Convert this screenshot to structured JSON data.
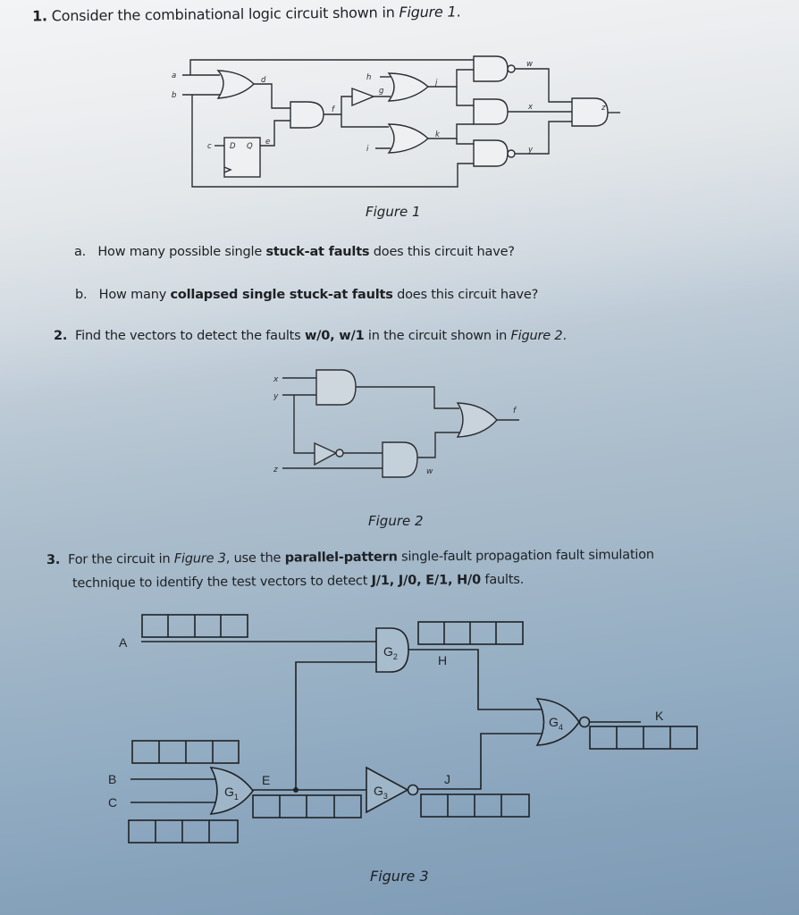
{
  "q1": {
    "number": "1.",
    "text_pre": "Consider the combinational logic circuit shown in ",
    "text_ref": "Figure 1",
    "text_post": ".",
    "a": {
      "label": "a.",
      "pre": "How many possible single ",
      "bold": "stuck-at faults",
      "post": " does this circuit have?"
    },
    "b": {
      "label": "b.",
      "pre": "How many ",
      "bold": "collapsed single stuck-at faults",
      "post": " does this circuit have?"
    }
  },
  "q2": {
    "number": "2.",
    "pre": "Find the vectors to detect the faults ",
    "bold": "w/0, w/1",
    "mid": " in the circuit shown in ",
    "ref": "Figure 2",
    "post": "."
  },
  "q3": {
    "number": "3.",
    "line1_pre": "For the circuit in ",
    "line1_ref": "Figure 3",
    "line1_mid": ", use the ",
    "line1_bold": "parallel-pattern",
    "line1_post": " single-fault propagation fault simulation",
    "line2_pre": "technique to identify the test vectors to detect ",
    "line2_bold": "J/1, J/0, E/1, H/0",
    "line2_post": " faults."
  },
  "figure1": {
    "caption": "Figure 1",
    "labels": {
      "a": "a",
      "b": "b",
      "c": "c",
      "d": "d",
      "e": "e",
      "f": "f",
      "g": "g",
      "h": "h",
      "i": "i",
      "j": "j",
      "k": "k",
      "w": "w",
      "x": "x",
      "y": "y",
      "z": "z",
      "ff_d": "D",
      "ff_q": "Q"
    },
    "gates": [
      "OR(a,b)=d",
      "DFF(c)=e",
      "AND(d,e)=f",
      "NOT(f)=g",
      "OR(h,g)=j",
      "OR(f,i)=k",
      "NAND(a,j)=w",
      "AND(j,k)=x",
      "NAND(k,b)=y",
      "AND(w,x,y)=z"
    ]
  },
  "figure2": {
    "caption": "Figure 2",
    "labels": {
      "x": "x",
      "y": "y",
      "z": "z",
      "w": "w",
      "f": "f"
    },
    "gates": [
      "AND(x,y)",
      "NOT(y)",
      "AND(NOT y, z)=w",
      "OR(AND(x,y), w)=f"
    ]
  },
  "figure3": {
    "caption": "Figure 3",
    "labels": {
      "A": "A",
      "B": "B",
      "C": "C",
      "E": "E",
      "H": "H",
      "J": "J",
      "K": "K"
    },
    "gate_names": {
      "g1": "G",
      "g1_sub": "1",
      "g2": "G",
      "g2_sub": "2",
      "g3": "G",
      "g3_sub": "3",
      "g4": "G",
      "g4_sub": "4"
    },
    "pattern_cells_per_signal": 4,
    "pattern_signals": [
      "A",
      "B",
      "C",
      "E",
      "H",
      "J",
      "K"
    ]
  }
}
